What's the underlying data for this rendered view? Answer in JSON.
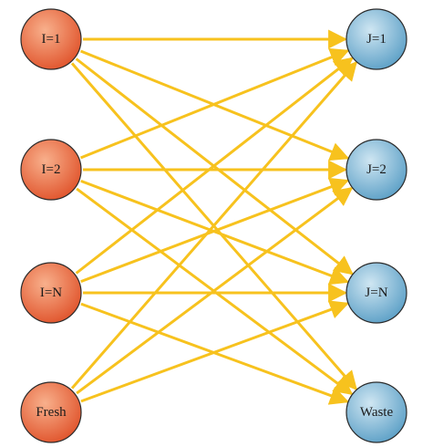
{
  "colors": {
    "edge": "#f7c21e",
    "source_fill_light": "#f8b08c",
    "source_fill_dark": "#e0532b",
    "sink_fill_light": "#cfe6f2",
    "sink_fill_dark": "#5b9fc6",
    "outline": "#2b2b2b"
  },
  "sources": [
    {
      "id": "s1",
      "label": "I=1"
    },
    {
      "id": "s2",
      "label": "I=2"
    },
    {
      "id": "sN",
      "label": "I=N"
    },
    {
      "id": "fresh",
      "label": "Fresh"
    }
  ],
  "sinks": [
    {
      "id": "t1",
      "label": "J=1"
    },
    {
      "id": "t2",
      "label": "J=2"
    },
    {
      "id": "tN",
      "label": "J=N"
    },
    {
      "id": "waste",
      "label": "Waste"
    }
  ],
  "edges": [
    [
      "s1",
      "t1"
    ],
    [
      "s1",
      "t2"
    ],
    [
      "s1",
      "tN"
    ],
    [
      "s1",
      "waste"
    ],
    [
      "s2",
      "t1"
    ],
    [
      "s2",
      "t2"
    ],
    [
      "s2",
      "tN"
    ],
    [
      "s2",
      "waste"
    ],
    [
      "sN",
      "t1"
    ],
    [
      "sN",
      "t2"
    ],
    [
      "sN",
      "tN"
    ],
    [
      "sN",
      "waste"
    ],
    [
      "fresh",
      "t1"
    ],
    [
      "fresh",
      "t2"
    ],
    [
      "fresh",
      "tN"
    ]
  ]
}
